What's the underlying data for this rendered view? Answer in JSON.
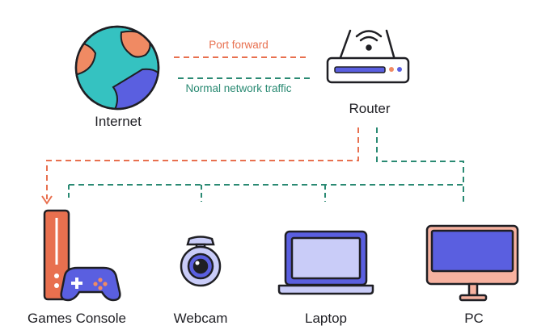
{
  "nodes": {
    "internet": "Internet",
    "router": "Router",
    "games_console": "Games Console",
    "webcam": "Webcam",
    "laptop": "Laptop",
    "pc": "PC"
  },
  "edges": {
    "port_forward": "Port forward",
    "normal_traffic": "Normal network traffic"
  },
  "colors": {
    "port_forward": "#e8704f",
    "normal_traffic": "#2a8a73",
    "outline": "#1f1f24",
    "device_blue": "#5a5fe0",
    "screen_light": "#c9ccf8",
    "ocean_teal": "#35c2c1",
    "land_orange": "#f08a63",
    "pc_peach": "#f7b2a0"
  }
}
